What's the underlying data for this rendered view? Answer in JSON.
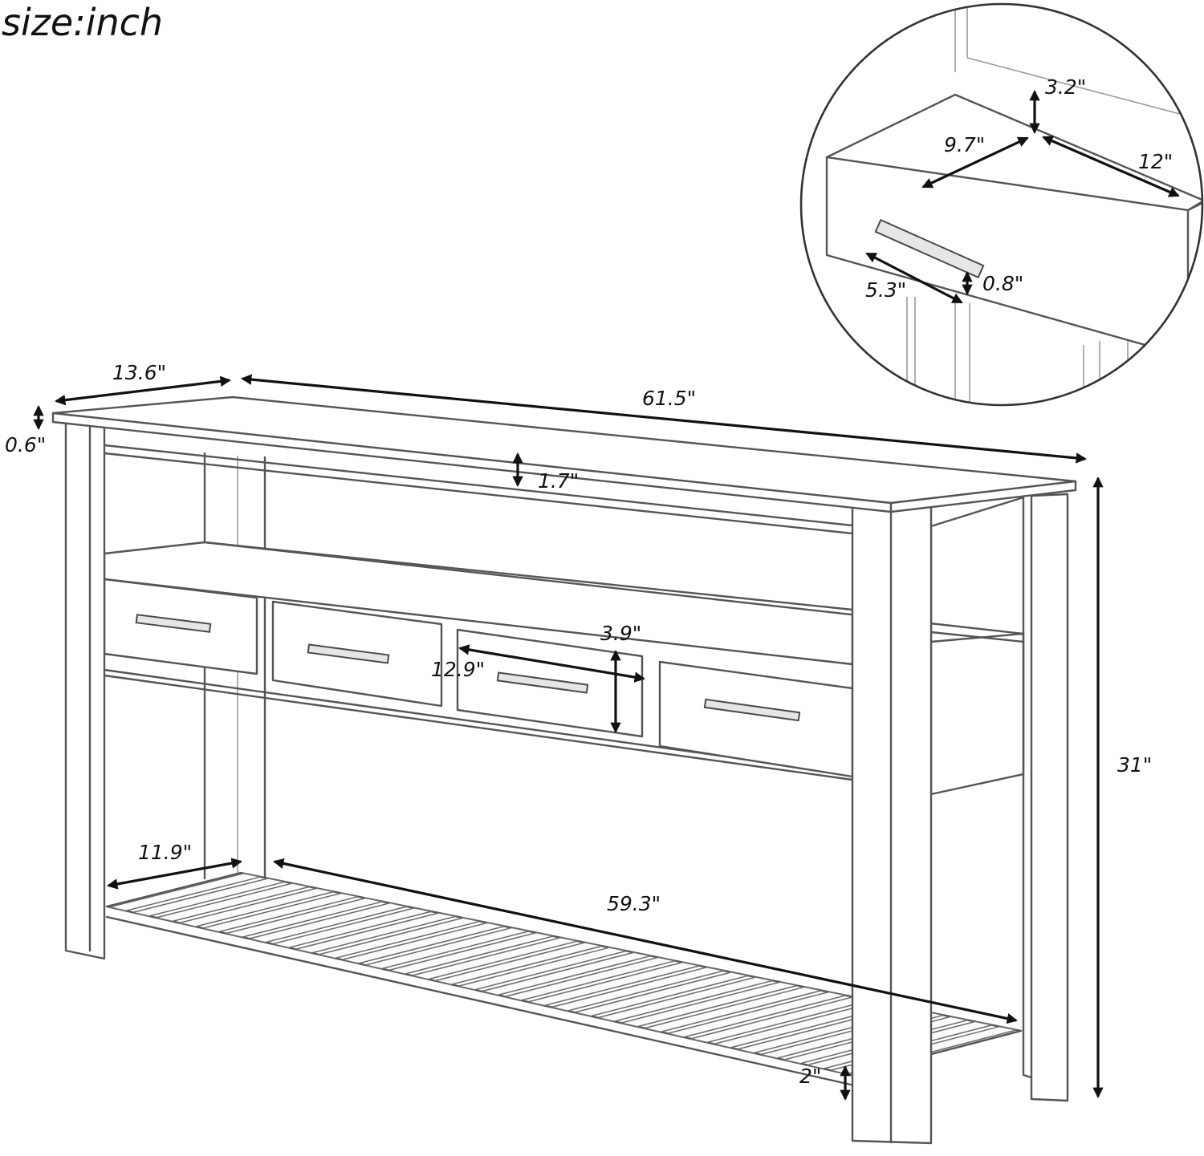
{
  "title": "size:inch",
  "dimensions": {
    "top_depth": "13.6\"",
    "top_thickness": "0.6\"",
    "overall_length": "61.5\"",
    "apron_height": "1.7\"",
    "overall_height": "31\"",
    "shelf_gap": "3.9\"",
    "drawer_width": "12.9\"",
    "bottom_shelf_depth": "11.9\"",
    "bottom_shelf_length": "59.3\"",
    "floor_clearance": "2\""
  },
  "drawer_detail": {
    "inner_height": "3.2\"",
    "inner_width": "9.7\"",
    "inner_depth": "12\"",
    "handle_length": "5.3\"",
    "handle_height": "0.8\""
  },
  "colors": {
    "line": "#555555",
    "arrow": "#111111",
    "text": "#111111",
    "background": "#ffffff"
  }
}
